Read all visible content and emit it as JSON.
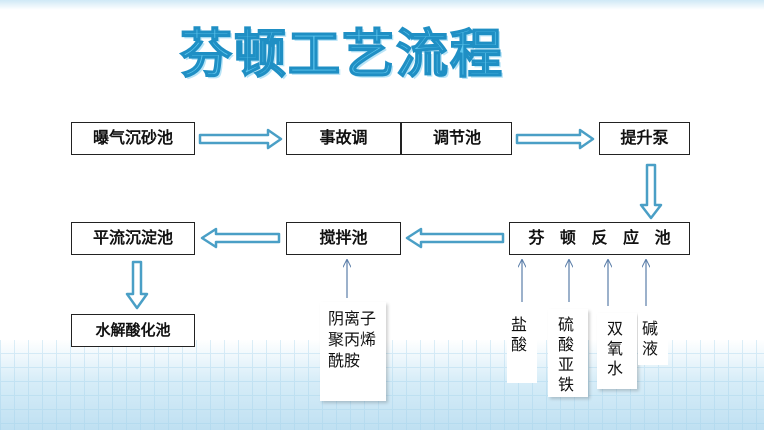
{
  "title": "芬顿工艺流程",
  "nodes": {
    "aeration": "曝气沉砂池",
    "accident": "事故调",
    "regulating": "调节池",
    "lift_pump": "提升泵",
    "fenton": "芬 顿 反 应 池",
    "mixing": "搅拌池",
    "advection": "平流沉淀池",
    "hydrolysis": "水解酸化池"
  },
  "reagents": {
    "pam": "阴离子聚丙烯酰胺",
    "acid": "盐酸",
    "ferrous": "硫酸亚铁",
    "peroxide": "双氧水",
    "alkali": "碱液"
  },
  "colors": {
    "arrow_fill": "#ffffff",
    "arrow_stroke": "#4a9fc6",
    "title": "#5ec6ee",
    "line": "#5a7da8"
  }
}
